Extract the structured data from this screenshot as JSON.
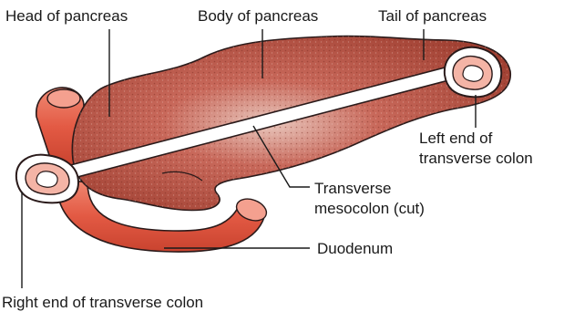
{
  "labels": {
    "head": "Head of pancreas",
    "body": "Body of pancreas",
    "tail": "Tail of pancreas",
    "left_end_line1": "Left end of",
    "left_end_line2": "transverse colon",
    "mesocolon_line1": "Transverse",
    "mesocolon_line2": "mesocolon (cut)",
    "duodenum": "Duodenum",
    "right_end": "Right end of transverse colon"
  },
  "colors": {
    "pancreas": "#b84a3a",
    "pancreas_dark": "#8e3326",
    "colon": "#e2604a",
    "colon_light": "#f4a08f",
    "mesocolon_fill": "#ffffff",
    "outline": "#2a1a1a",
    "leader": "#1a1a1a",
    "text": "#1a1a1a"
  }
}
